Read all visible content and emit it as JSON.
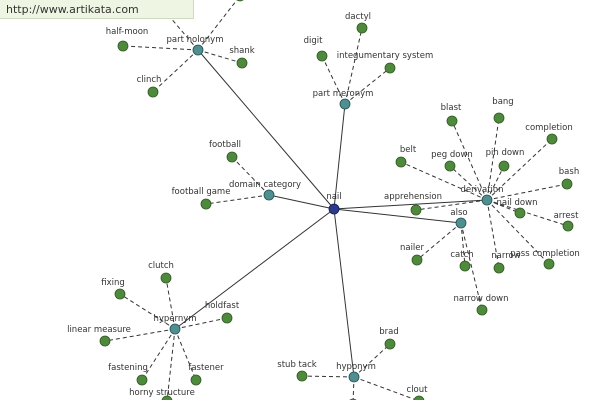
{
  "banner": {
    "url_text": "http://www.artikata.com"
  },
  "colors": {
    "leaf_node": "#4f8a3c",
    "hub_node": "#4f8f91",
    "center_node": "#2c3a8a",
    "edge": "#333333"
  },
  "graph": {
    "center": {
      "id": "nail",
      "label": "nail"
    },
    "hubs": [
      {
        "id": "part-holonym",
        "label": "part holonym"
      },
      {
        "id": "part-meronym",
        "label": "part meronym"
      },
      {
        "id": "domain-category",
        "label": "domain category"
      },
      {
        "id": "derivation",
        "label": "derivation"
      },
      {
        "id": "also",
        "label": "also"
      },
      {
        "id": "hypernym",
        "label": "hypernym"
      },
      {
        "id": "hyponym",
        "label": "hyponym"
      }
    ],
    "leaves": [
      {
        "id": "half-moon",
        "hub": "part-holonym",
        "label": "half-moon"
      },
      {
        "id": "shank",
        "hub": "part-holonym",
        "label": "shank"
      },
      {
        "id": "clinch",
        "hub": "part-holonym",
        "label": "clinch"
      },
      {
        "id": "holonym-top-left",
        "hub": "part-holonym",
        "label": ""
      },
      {
        "id": "holonym-top-right",
        "hub": "part-holonym",
        "label": ""
      },
      {
        "id": "dactyl",
        "hub": "part-meronym",
        "label": "dactyl"
      },
      {
        "id": "digit",
        "hub": "part-meronym",
        "label": "digit"
      },
      {
        "id": "integumentary-system",
        "hub": "part-meronym",
        "label": "integumentary system"
      },
      {
        "id": "football",
        "hub": "domain-category",
        "label": "football"
      },
      {
        "id": "football-game",
        "hub": "domain-category",
        "label": "football game"
      },
      {
        "id": "blast",
        "hub": "derivation",
        "label": "blast"
      },
      {
        "id": "bang",
        "hub": "derivation",
        "label": "bang"
      },
      {
        "id": "completion",
        "hub": "derivation",
        "label": "completion"
      },
      {
        "id": "belt",
        "hub": "derivation",
        "label": "belt"
      },
      {
        "id": "peg-down",
        "hub": "derivation",
        "label": "peg down"
      },
      {
        "id": "pin-down",
        "hub": "derivation",
        "label": "pin down"
      },
      {
        "id": "bash",
        "hub": "derivation",
        "label": "bash"
      },
      {
        "id": "nail-down",
        "hub": "derivation",
        "label": "nail down"
      },
      {
        "id": "arrest",
        "hub": "derivation",
        "label": "arrest"
      },
      {
        "id": "apprehension",
        "hub": "derivation",
        "label": "apprehension"
      },
      {
        "id": "pass-completion",
        "hub": "derivation",
        "label": "pass completion"
      },
      {
        "id": "narrow",
        "hub": "derivation",
        "label": "narrow"
      },
      {
        "id": "nailer",
        "hub": "also",
        "label": "nailer"
      },
      {
        "id": "catch",
        "hub": "also",
        "label": "catch"
      },
      {
        "id": "narrow-down",
        "hub": "also",
        "label": "narrow down"
      },
      {
        "id": "clutch",
        "hub": "hypernym",
        "label": "clutch"
      },
      {
        "id": "fixing",
        "hub": "hypernym",
        "label": "fixing"
      },
      {
        "id": "holdfast",
        "hub": "hypernym",
        "label": "holdfast"
      },
      {
        "id": "linear-measure",
        "hub": "hypernym",
        "label": "linear measure"
      },
      {
        "id": "fastening",
        "hub": "hypernym",
        "label": "fastening"
      },
      {
        "id": "fastener",
        "hub": "hypernym",
        "label": "fastener"
      },
      {
        "id": "horny-structure",
        "hub": "hypernym",
        "label": "horny structure"
      },
      {
        "id": "brad",
        "hub": "hyponym",
        "label": "brad"
      },
      {
        "id": "stub-tack",
        "hub": "hyponym",
        "label": "stub tack"
      },
      {
        "id": "clout",
        "hub": "hyponym",
        "label": "clout"
      },
      {
        "id": "hyponym-bottom",
        "hub": "hyponym",
        "label": ""
      }
    ]
  }
}
